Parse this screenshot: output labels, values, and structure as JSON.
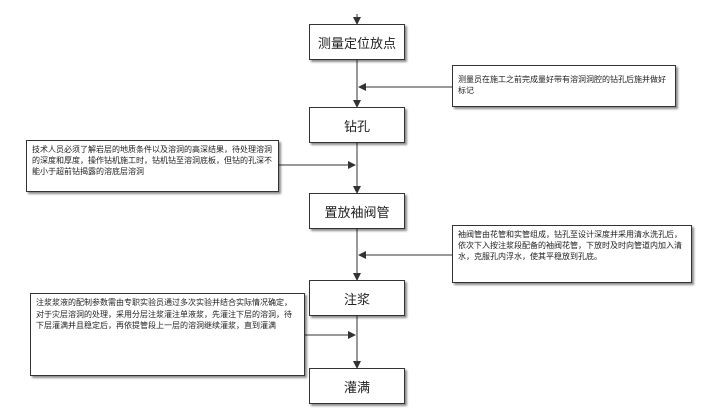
{
  "steps": {
    "s1": "测量定位放点",
    "s2": "钻孔",
    "s3": "置放袖阀管",
    "s4": "注浆",
    "s5": "灌满"
  },
  "notes": {
    "n1": "测量员在施工之前完成量好带有溶洞洞腔的钻孔后施并做好标记",
    "n2": "技术人员必须了解岩层的地质条件以及溶洞的高深结果，待处理溶洞的深度和厚度，操作钻机施工时，钻机钻至溶洞底板，但钻的孔深不能小于超前钻揭露的溶底层溶洞",
    "n3": "袖阀管由花管和实管组成，钻孔至设计深度并采用清水洗孔后，依次下入按注浆段配备的袖阀花管，下放时及时向管道内加入清水，克服孔内浮水，使其平稳放到孔底。",
    "n4": "注浆浆液的配制参数需由专职实验员通过多次实验并结合实际情况确定，对于灾层溶洞的处理，采用分层注浆灌注单液浆，先灌注下层的溶洞，待下层灌满并且稳定后，再依提管段上一层的溶洞继续灌浆，直到灌满"
  }
}
